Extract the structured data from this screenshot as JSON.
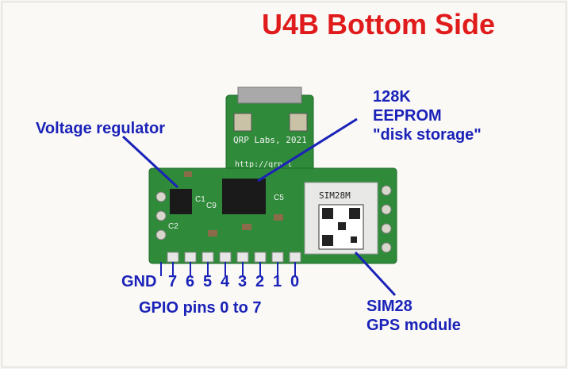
{
  "title": "U4B Bottom Side",
  "labels": {
    "voltage_regulator": "Voltage regulator",
    "eeprom_line1": "128K",
    "eeprom_line2": "EEPROM",
    "eeprom_line3": "\"disk storage\"",
    "gpio_pins": "GPIO pins 0 to 7",
    "gps_line1": "SIM28",
    "gps_line2": "GPS module"
  },
  "pin_labels": [
    "GND",
    "7",
    "6",
    "5",
    "4",
    "3",
    "2",
    "1",
    "0"
  ],
  "board_text": {
    "brand": "QRP Labs, 2021",
    "url": "http://qrp-l",
    "module": "SIM28M",
    "c1": "C1",
    "c2": "C2",
    "c9": "C9",
    "c5": "C5"
  },
  "colors": {
    "title": "#e01b1b",
    "label": "#1a22b8",
    "pcb": "#2f8a3a"
  }
}
